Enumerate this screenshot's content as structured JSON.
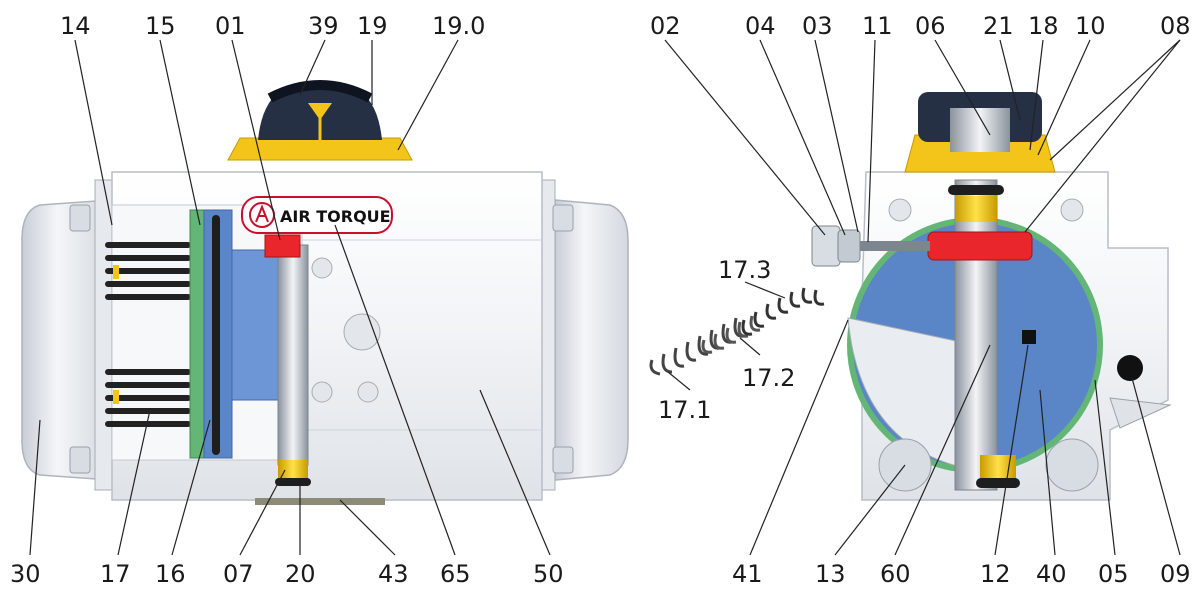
{
  "brand": {
    "logo_text": "AIR TORQUE"
  },
  "colors": {
    "body": "#eef0f3",
    "body_edge": "#c7ccd3",
    "cap": "#dfe3e8",
    "piston_blue": "#5a86c8",
    "piston_dark": "#3f69ad",
    "seal_green": "#63b676",
    "spring": "#2a2a2a",
    "indicator_yellow": "#f3c51b",
    "indicator_dark": "#253044",
    "stop_red": "#e8262c",
    "bearing_yellow": "#f1d42a",
    "text": "#1a1a1a"
  },
  "left_view": {
    "top_labels": [
      "14",
      "15",
      "01",
      "39",
      "19",
      "19.0"
    ],
    "bottom_labels": [
      "30",
      "17",
      "16",
      "07",
      "20",
      "43",
      "65",
      "50"
    ]
  },
  "spring_detail": {
    "labels": [
      "17.3",
      "17.2",
      "17.1"
    ]
  },
  "right_view": {
    "top_labels": [
      "02",
      "04",
      "03",
      "11",
      "06",
      "21",
      "18",
      "10",
      "08"
    ],
    "bottom_labels": [
      "41",
      "13",
      "60",
      "12",
      "40",
      "05",
      "09"
    ]
  }
}
